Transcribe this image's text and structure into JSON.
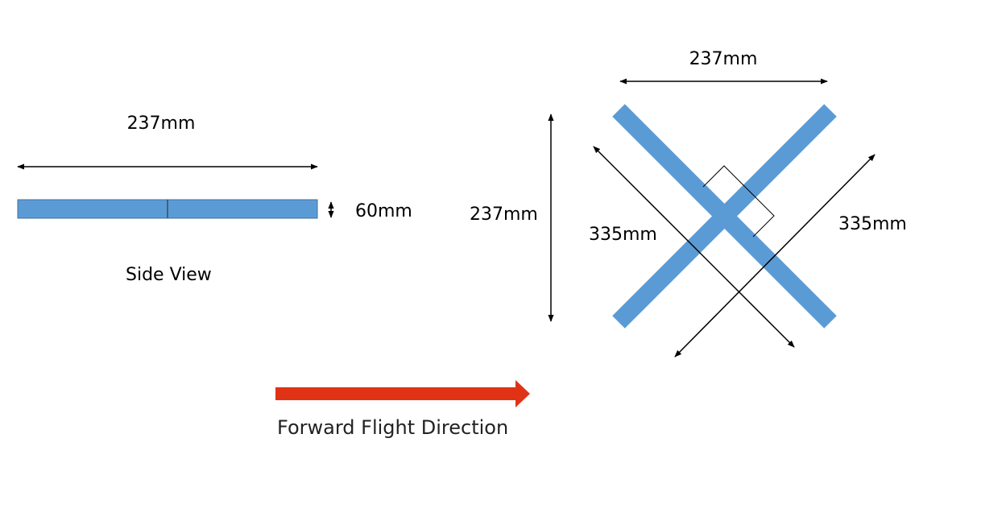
{
  "colors": {
    "frame_blue": "#5b9bd5",
    "frame_edge": "#41719c",
    "arrow_red": "#e03316",
    "line_black": "#000000"
  },
  "side_view": {
    "width_label": "237mm",
    "height_label": "60mm",
    "caption": "Side View"
  },
  "top_view": {
    "width_label": "237mm",
    "height_label": "237mm",
    "diagonal_left_label": "335mm",
    "diagonal_right_label": "335mm"
  },
  "flight": {
    "caption": "Forward Flight Direction"
  }
}
